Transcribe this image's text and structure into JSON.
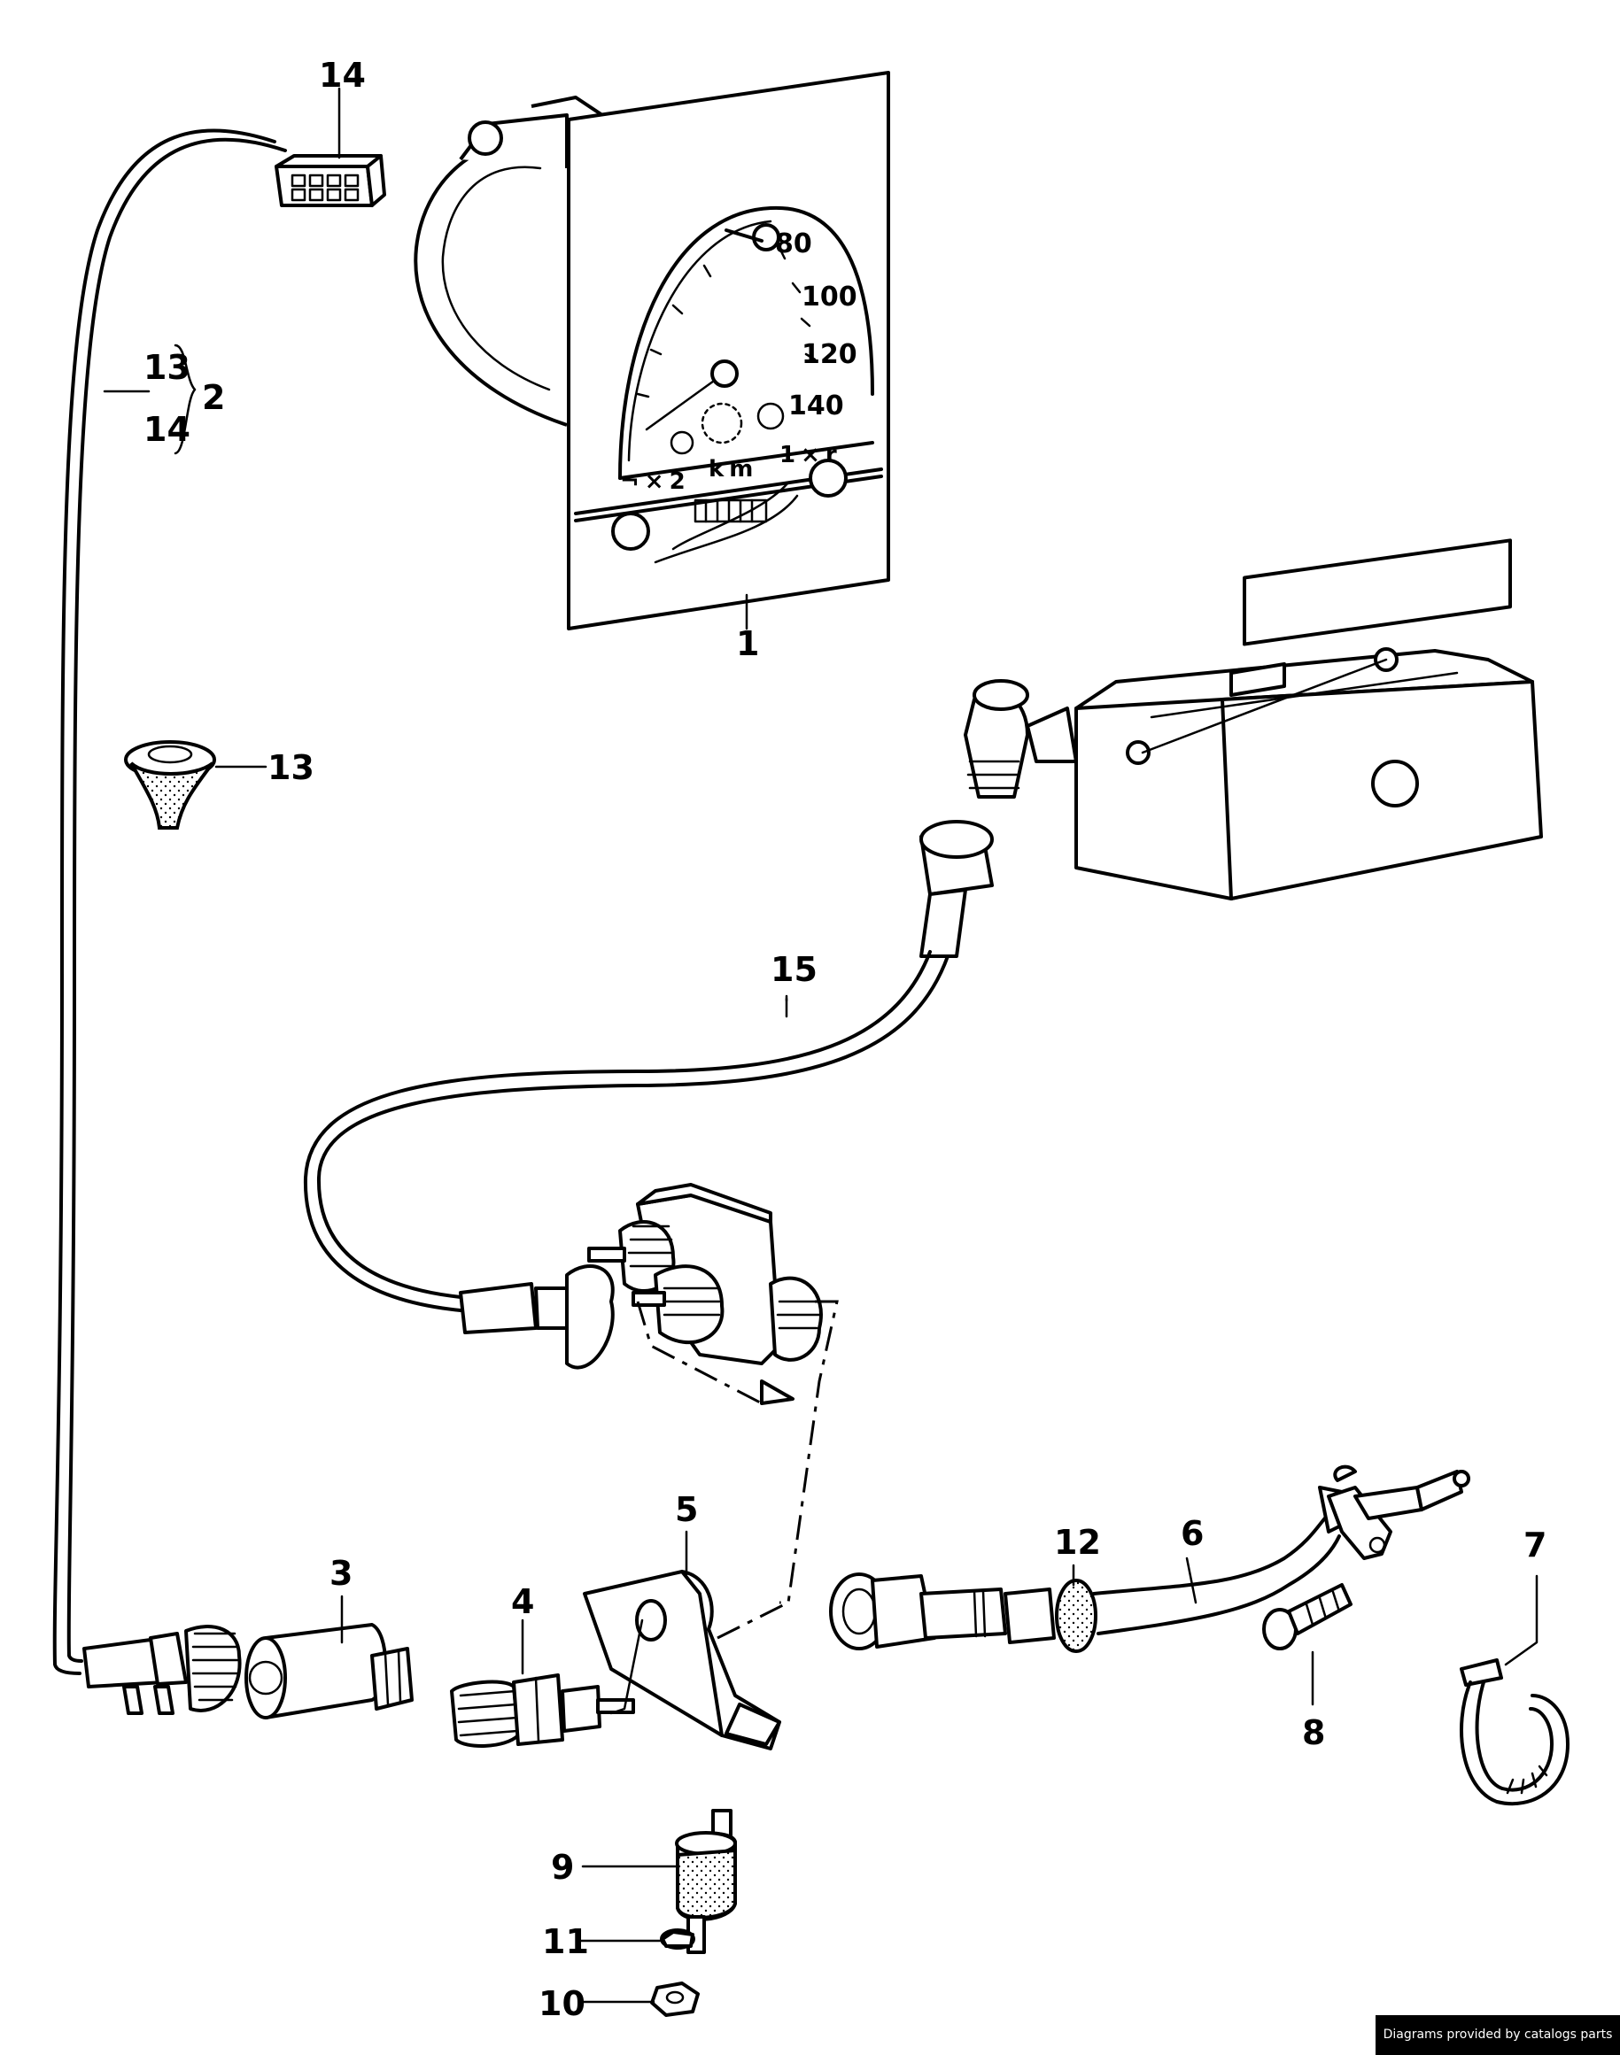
{
  "callouts": {
    "c1": "1",
    "c2": "2",
    "c3": "3",
    "c4": "4",
    "c5": "5",
    "c6": "6",
    "c7": "7",
    "c8": "8",
    "c9": "9",
    "c10": "10",
    "c11": "11",
    "c12": "12",
    "c13_top": "13",
    "c13_grommet": "13",
    "c14_top": "14",
    "c14_bracket": "14",
    "c15": "15"
  },
  "speedometer": {
    "scale": [
      "80",
      "100",
      "120",
      "140"
    ],
    "unit": "km",
    "left_label": "¬×2",
    "right_label": "1×r"
  },
  "footer": {
    "credit": "Diagrams provided by catalogs parts"
  }
}
